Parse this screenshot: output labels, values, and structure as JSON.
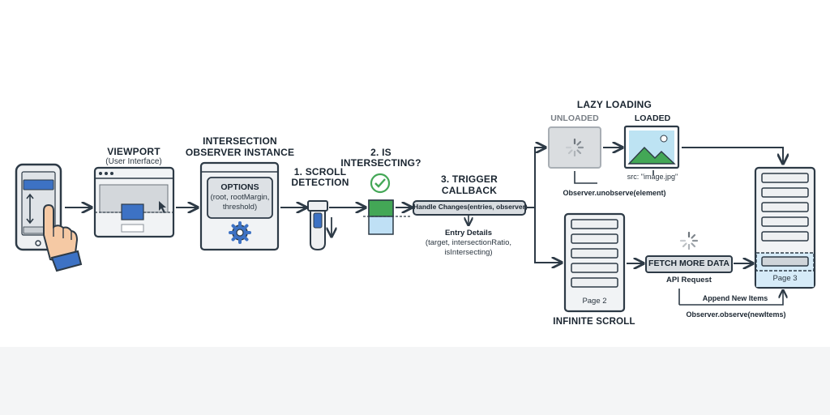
{
  "steps": {
    "viewport": {
      "title": "VIEWPORT",
      "subtitle": "(User Interface)"
    },
    "observer": {
      "title_line1": "INTERSECTION",
      "title_line2": "OBSERVER INSTANCE",
      "options_title": "OPTIONS",
      "options_line1": "(root, rootMargin,",
      "options_line2": "threshold)"
    },
    "scroll": {
      "title_line1": "1. SCROLL",
      "title_line2": "DETECTION"
    },
    "intersecting": {
      "title_line1": "2. IS",
      "title_line2": "INTERSECTING?"
    },
    "callback": {
      "title_line1": "3. TRIGGER",
      "title_line2": "CALLBACK",
      "handler": "Handle Changes(entries, observer)",
      "entry_title": "Entry Details",
      "entry_line1": "(target, intersectionRatio,",
      "entry_line2": "isIntersecting)"
    }
  },
  "lazy_loading": {
    "title": "LAZY LOADING",
    "unloaded": "UNLOADED",
    "loaded": "LOADED",
    "src": "src: \"image.jpg\"",
    "unobserve": "Observer.unobserve(element)"
  },
  "infinite_scroll": {
    "title": "INFINITE SCROLL",
    "page2": "Page 2",
    "fetch": "FETCH MORE DATA",
    "api": "API Request",
    "append": "Append New Items",
    "observe": "Observer.observe(newItems)",
    "page3": "Page 3"
  },
  "colors": {
    "accent_blue": "#3d72c4",
    "accent_green": "#43a756",
    "dark": "#2d3a46",
    "light_gray": "#e2e5e8"
  },
  "icons": [
    "phone-icon",
    "hand-icon",
    "cursor-icon",
    "gear-icon",
    "check-icon",
    "spinner-icon",
    "image-icon"
  ]
}
